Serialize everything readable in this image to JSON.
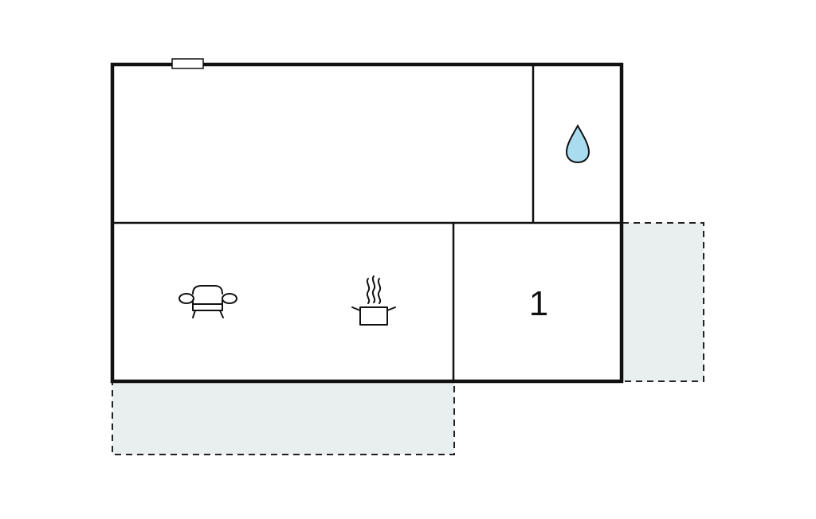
{
  "floorplan": {
    "colors": {
      "wall": "#111111",
      "terrace_fill": "#e9eeee",
      "terrace_border": "#222222",
      "water_drop": "#a9dcef",
      "background": "#ffffff"
    },
    "rooms": [
      {
        "name": "main-room",
        "label": ""
      },
      {
        "name": "bathroom",
        "label": "",
        "icon": "water-drop-icon"
      },
      {
        "name": "living-kitchen",
        "label": "",
        "icons": [
          "sofa-icon",
          "cooking-pot-icon"
        ]
      },
      {
        "name": "bedroom",
        "label": "1"
      }
    ],
    "terraces": [
      "bottom-terrace",
      "right-terrace"
    ],
    "window_icon": "window-icon"
  }
}
